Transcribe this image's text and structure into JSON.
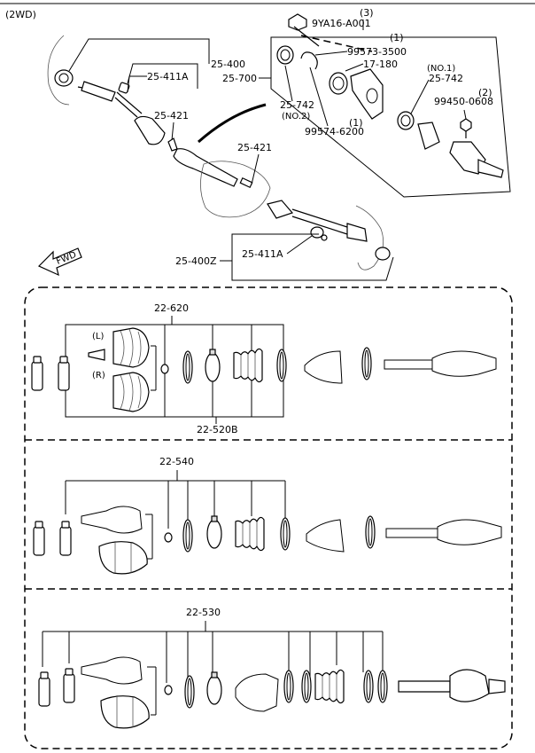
{
  "header": {
    "variant": "(2WD)"
  },
  "top": {
    "labels": {
      "bolt_qty": "(3)",
      "bolt": "9YA16-A001",
      "bearing_qty": "(1)",
      "clip": "99573-3500",
      "bracket": "17-180",
      "seal_no1": "(NO.1)",
      "seal": "25-742",
      "nut_qty": "(2)",
      "nut": "99450-0608",
      "seal_left": "25-742",
      "seal_left_no": "(NO.2)",
      "ring_qty": "(1)",
      "ring": "99574-6200",
      "shaft_lh": "25-400",
      "kit_lh": "25-411A",
      "assembly": "25-700",
      "clip_lh": "25-421",
      "clip_rh": "25-421",
      "kit_rh": "25-411A",
      "shaft_rh": "25-400Z",
      "fwd": "FWD"
    }
  },
  "panels": [
    {
      "id": "22-620",
      "labels": {
        "group": "22-620",
        "sub": "22-520B",
        "left": "(L)",
        "right": "(R)"
      }
    },
    {
      "id": "22-540",
      "labels": {
        "group": "22-540"
      }
    },
    {
      "id": "22-530",
      "labels": {
        "group": "22-530"
      }
    }
  ]
}
